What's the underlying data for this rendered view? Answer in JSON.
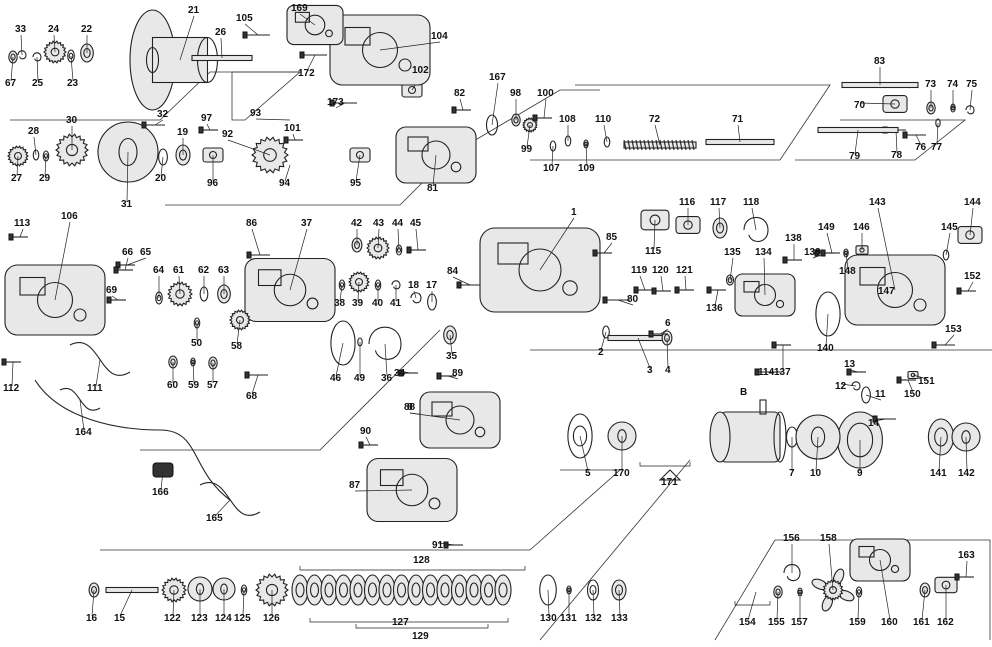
{
  "diagram": {
    "parts": [
      {
        "id": "p1",
        "label": "1",
        "kind": "frame"
      },
      {
        "id": "p2",
        "label": "2",
        "kind": "ring"
      },
      {
        "id": "p3",
        "label": "3",
        "kind": "shaft"
      },
      {
        "id": "p4",
        "label": "4",
        "kind": "bearing"
      },
      {
        "id": "p5",
        "label": "5",
        "kind": "washer"
      },
      {
        "id": "p6",
        "label": "6",
        "kind": "pin"
      },
      {
        "id": "p7",
        "label": "7",
        "kind": "ring"
      },
      {
        "id": "p8",
        "label": "8",
        "kind": "letter"
      },
      {
        "id": "p9",
        "label": "9",
        "kind": "drum"
      },
      {
        "id": "p10",
        "label": "10",
        "kind": "disc"
      },
      {
        "id": "p11",
        "label": "11",
        "kind": "ring"
      },
      {
        "id": "p12",
        "label": "12",
        "kind": "clip"
      },
      {
        "id": "p13",
        "label": "13",
        "kind": "screw"
      },
      {
        "id": "p14",
        "label": "14",
        "kind": "screw"
      },
      {
        "id": "p15",
        "label": "15",
        "kind": "shaft"
      },
      {
        "id": "p16",
        "label": "16",
        "kind": "bearing"
      },
      {
        "id": "p17",
        "label": "17",
        "kind": "ring"
      },
      {
        "id": "p18",
        "label": "18",
        "kind": "clip"
      },
      {
        "id": "p19",
        "label": "19",
        "kind": "bearing"
      },
      {
        "id": "p20",
        "label": "20",
        "kind": "ring"
      },
      {
        "id": "p21",
        "label": "21",
        "kind": "spool"
      },
      {
        "id": "p22",
        "label": "22",
        "kind": "bearing"
      },
      {
        "id": "p23",
        "label": "23",
        "kind": "washer"
      },
      {
        "id": "p24",
        "label": "24",
        "kind": "gear"
      },
      {
        "id": "p25",
        "label": "25",
        "kind": "clip"
      },
      {
        "id": "p26",
        "label": "26",
        "kind": "shaft"
      },
      {
        "id": "p27",
        "label": "27",
        "kind": "gear"
      },
      {
        "id": "p28",
        "label": "28",
        "kind": "ring"
      },
      {
        "id": "p29",
        "label": "29",
        "kind": "washer"
      },
      {
        "id": "p30",
        "label": "30",
        "kind": "gear"
      },
      {
        "id": "p31",
        "label": "31",
        "kind": "disc"
      },
      {
        "id": "p32",
        "label": "32",
        "kind": "screw"
      },
      {
        "id": "p33",
        "label": "33",
        "kind": "clip"
      },
      {
        "id": "p34",
        "label": "34",
        "kind": "screw"
      },
      {
        "id": "p35",
        "label": "35",
        "kind": "bearing"
      },
      {
        "id": "p36",
        "label": "36",
        "kind": "spring"
      },
      {
        "id": "p37",
        "label": "37",
        "kind": "plate"
      },
      {
        "id": "p38",
        "label": "38",
        "kind": "washer"
      },
      {
        "id": "p39",
        "label": "39",
        "kind": "gear"
      },
      {
        "id": "p40",
        "label": "40",
        "kind": "washer"
      },
      {
        "id": "p41",
        "label": "41",
        "kind": "clip"
      },
      {
        "id": "p42",
        "label": "42",
        "kind": "bearing"
      },
      {
        "id": "p43",
        "label": "43",
        "kind": "gear"
      },
      {
        "id": "p44",
        "label": "44",
        "kind": "washer"
      },
      {
        "id": "p45",
        "label": "45",
        "kind": "screw"
      },
      {
        "id": "p46",
        "label": "46",
        "kind": "ring"
      },
      {
        "id": "p49",
        "label": "49",
        "kind": "ring"
      },
      {
        "id": "p50",
        "label": "50",
        "kind": "washer"
      },
      {
        "id": "p57",
        "label": "57",
        "kind": "bearing"
      },
      {
        "id": "p58",
        "label": "58",
        "kind": "gear"
      },
      {
        "id": "p59",
        "label": "59",
        "kind": "washer"
      },
      {
        "id": "p60",
        "label": "60",
        "kind": "bearing"
      },
      {
        "id": "p61",
        "label": "61",
        "kind": "gear"
      },
      {
        "id": "p62",
        "label": "62",
        "kind": "ring"
      },
      {
        "id": "p63",
        "label": "63",
        "kind": "bearing"
      },
      {
        "id": "p64",
        "label": "64",
        "kind": "washer"
      },
      {
        "id": "p65",
        "label": "65",
        "kind": "screw"
      },
      {
        "id": "p66",
        "label": "66",
        "kind": "screw"
      },
      {
        "id": "p67",
        "label": "67",
        "kind": "bearing"
      },
      {
        "id": "p68",
        "label": "68",
        "kind": "screw"
      },
      {
        "id": "p69",
        "label": "69",
        "kind": "screw"
      },
      {
        "id": "p70",
        "label": "70",
        "kind": "block"
      },
      {
        "id": "p71",
        "label": "71",
        "kind": "shaft"
      },
      {
        "id": "p72",
        "label": "72",
        "kind": "worm"
      },
      {
        "id": "p73",
        "label": "73",
        "kind": "bearing"
      },
      {
        "id": "p74",
        "label": "74",
        "kind": "washer"
      },
      {
        "id": "p75",
        "label": "75",
        "kind": "clip"
      },
      {
        "id": "p76",
        "label": "76",
        "kind": "pin"
      },
      {
        "id": "p77",
        "label": "77",
        "kind": "ring"
      },
      {
        "id": "p78",
        "label": "78",
        "kind": "pin"
      },
      {
        "id": "p79",
        "label": "79",
        "kind": "shaft"
      },
      {
        "id": "p80",
        "label": "80",
        "kind": "pin"
      },
      {
        "id": "p81",
        "label": "81",
        "kind": "guide"
      },
      {
        "id": "p82",
        "label": "82",
        "kind": "screw"
      },
      {
        "id": "p83",
        "label": "83",
        "kind": "shaft"
      },
      {
        "id": "p84",
        "label": "84",
        "kind": "pin"
      },
      {
        "id": "p85",
        "label": "85",
        "kind": "screw"
      },
      {
        "id": "p86",
        "label": "86",
        "kind": "screw"
      },
      {
        "id": "p87",
        "label": "87",
        "kind": "cover"
      },
      {
        "id": "p88",
        "label": "88",
        "kind": "plate"
      },
      {
        "id": "p89",
        "label": "89",
        "kind": "screw"
      },
      {
        "id": "p90",
        "label": "90",
        "kind": "screw"
      },
      {
        "id": "p91",
        "label": "91",
        "kind": "screw"
      },
      {
        "id": "p92",
        "label": "92",
        "kind": "gear"
      },
      {
        "id": "p93",
        "label": "93",
        "kind": "group"
      },
      {
        "id": "p94",
        "label": "94",
        "kind": "group"
      },
      {
        "id": "p95",
        "label": "95",
        "kind": "bracket"
      },
      {
        "id": "p96",
        "label": "96",
        "kind": "bracket"
      },
      {
        "id": "p97",
        "label": "97",
        "kind": "screw"
      },
      {
        "id": "p98",
        "label": "98",
        "kind": "bearing"
      },
      {
        "id": "p99",
        "label": "99",
        "kind": "gear"
      },
      {
        "id": "p100",
        "label": "100",
        "kind": "screw"
      },
      {
        "id": "p101",
        "label": "101",
        "kind": "pin"
      },
      {
        "id": "p102",
        "label": "102",
        "kind": "roller"
      },
      {
        "id": "p104",
        "label": "104",
        "kind": "cover"
      },
      {
        "id": "p105",
        "label": "105",
        "kind": "screw"
      },
      {
        "id": "p106",
        "label": "106",
        "kind": "cover"
      },
      {
        "id": "p107",
        "label": "107",
        "kind": "ring"
      },
      {
        "id": "p108",
        "label": "108",
        "kind": "ring"
      },
      {
        "id": "p109",
        "label": "109",
        "kind": "washer"
      },
      {
        "id": "p110",
        "label": "110",
        "kind": "ring"
      },
      {
        "id": "p111",
        "label": "111",
        "kind": "cable"
      },
      {
        "id": "p112",
        "label": "112",
        "kind": "screw"
      },
      {
        "id": "p113",
        "label": "113",
        "kind": "screw"
      },
      {
        "id": "p114",
        "label": "114",
        "kind": "pin"
      },
      {
        "id": "p115",
        "label": "115",
        "kind": "bracket"
      },
      {
        "id": "p116",
        "label": "116",
        "kind": "lever"
      },
      {
        "id": "p117",
        "label": "117",
        "kind": "bearing"
      },
      {
        "id": "p118",
        "label": "118",
        "kind": "spring"
      },
      {
        "id": "p119",
        "label": "119",
        "kind": "screw"
      },
      {
        "id": "p120",
        "label": "120",
        "kind": "pin"
      },
      {
        "id": "p121",
        "label": "121",
        "kind": "pin"
      },
      {
        "id": "p122",
        "label": "122",
        "kind": "gear"
      },
      {
        "id": "p123",
        "label": "123",
        "kind": "disc"
      },
      {
        "id": "p124",
        "label": "124",
        "kind": "disc"
      },
      {
        "id": "p125",
        "label": "125",
        "kind": "washer"
      },
      {
        "id": "p126",
        "label": "126",
        "kind": "gear"
      },
      {
        "id": "p127",
        "label": "127",
        "kind": "group"
      },
      {
        "id": "p128",
        "label": "128",
        "kind": "group"
      },
      {
        "id": "p129",
        "label": "129",
        "kind": "group"
      },
      {
        "id": "p130",
        "label": "130",
        "kind": "ring"
      },
      {
        "id": "p131",
        "label": "131",
        "kind": "washer"
      },
      {
        "id": "p132",
        "label": "132",
        "kind": "washer"
      },
      {
        "id": "p133",
        "label": "133",
        "kind": "bearing"
      },
      {
        "id": "p134",
        "label": "134",
        "kind": "cover"
      },
      {
        "id": "p135",
        "label": "135",
        "kind": "bearing"
      },
      {
        "id": "p136",
        "label": "136",
        "kind": "screw"
      },
      {
        "id": "p137",
        "label": "137",
        "kind": "screw"
      },
      {
        "id": "p138",
        "label": "138",
        "kind": "screw"
      },
      {
        "id": "p139",
        "label": "139",
        "kind": "screw"
      },
      {
        "id": "p140",
        "label": "140",
        "kind": "ring"
      },
      {
        "id": "p141",
        "label": "141",
        "kind": "bearing"
      },
      {
        "id": "p142",
        "label": "142",
        "kind": "disc"
      },
      {
        "id": "p143",
        "label": "143",
        "kind": "cover"
      },
      {
        "id": "p144",
        "label": "144",
        "kind": "lever"
      },
      {
        "id": "p145",
        "label": "145",
        "kind": "ring"
      },
      {
        "id": "p146",
        "label": "146",
        "kind": "bracket"
      },
      {
        "id": "p147",
        "label": "147",
        "kind": "group"
      },
      {
        "id": "p148",
        "label": "148",
        "kind": "washer"
      },
      {
        "id": "p149",
        "label": "149",
        "kind": "screw"
      },
      {
        "id": "p150",
        "label": "150",
        "kind": "pin"
      },
      {
        "id": "p151",
        "label": "151",
        "kind": "block"
      },
      {
        "id": "p152",
        "label": "152",
        "kind": "screw"
      },
      {
        "id": "p153",
        "label": "153",
        "kind": "screw"
      },
      {
        "id": "p154",
        "label": "154",
        "kind": "group"
      },
      {
        "id": "p155",
        "label": "155",
        "kind": "bearing"
      },
      {
        "id": "p156",
        "label": "156",
        "kind": "clip"
      },
      {
        "id": "p157",
        "label": "157",
        "kind": "washer"
      },
      {
        "id": "p158",
        "label": "158",
        "kind": "star-drag"
      },
      {
        "id": "p159",
        "label": "159",
        "kind": "washer"
      },
      {
        "id": "p160",
        "label": "160",
        "kind": "handle"
      },
      {
        "id": "p161",
        "label": "161",
        "kind": "nut"
      },
      {
        "id": "p162",
        "label": "162",
        "kind": "plate"
      },
      {
        "id": "p163",
        "label": "163",
        "kind": "screw"
      },
      {
        "id": "p164",
        "label": "164",
        "kind": "cable"
      },
      {
        "id": "p165",
        "label": "165",
        "kind": "cable"
      },
      {
        "id": "p166",
        "label": "166",
        "kind": "connector"
      },
      {
        "id": "p167",
        "label": "167",
        "kind": "ring"
      },
      {
        "id": "p169",
        "label": "169",
        "kind": "plate"
      },
      {
        "id": "p170",
        "label": "170",
        "kind": "disc"
      },
      {
        "id": "p171",
        "label": "171",
        "kind": "group"
      },
      {
        "id": "p172",
        "label": "172",
        "kind": "screw"
      },
      {
        "id": "p173",
        "label": "173",
        "kind": "screw"
      },
      {
        "id": "pB",
        "label": "B",
        "kind": "motor"
      }
    ]
  }
}
